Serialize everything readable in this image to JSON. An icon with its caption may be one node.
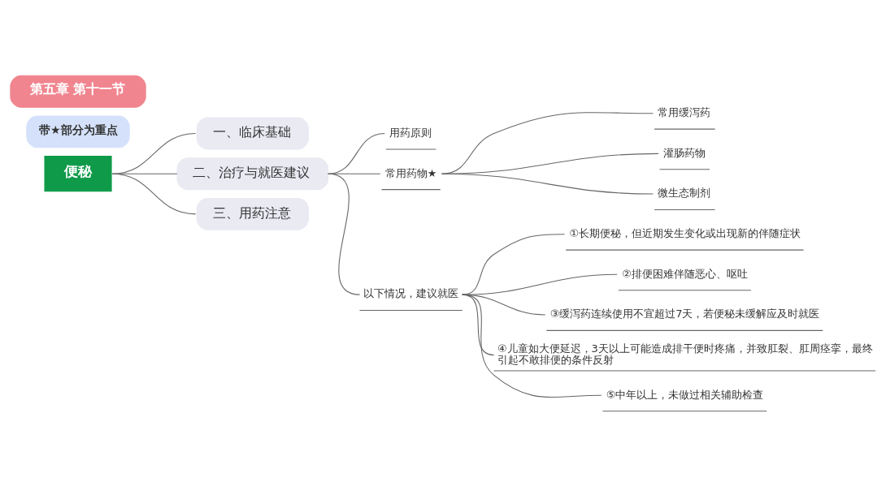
{
  "diagram": {
    "nodes": [
      {
        "text": [
          "第五章 第十一节"
        ]
      },
      {
        "text": [
          "带★部分为重点"
        ]
      },
      {
        "text": [
          "便秘"
        ]
      },
      {
        "text": [
          "一、临床基础"
        ]
      },
      {
        "text": [
          "二、治疗与就医建议"
        ]
      },
      {
        "text": [
          "用药原则"
        ]
      },
      {
        "text": [
          "常用药物★"
        ]
      },
      {
        "text": [
          "常用缓泻药"
        ]
      },
      {
        "text": [
          "灌肠药物"
        ]
      },
      {
        "text": [
          "微生态制剂"
        ]
      },
      {
        "text": [
          "以下情况，建议就医"
        ]
      },
      {
        "text": [
          "①长期便秘，但近期发生变化或出现新的伴随症状"
        ]
      },
      {
        "text": [
          "②排便困难伴随恶心、呕吐"
        ]
      },
      {
        "text": [
          "③缓泻药连续使用不宜超过7天，若便秘未缓解应及时就医"
        ]
      },
      {
        "text": [
          "④儿童如大便延迟，3天以上可能造成排干便时疼痛，并致肛裂、肛周痉挛，最终引起不敢排便的条件反射"
        ]
      },
      {
        "text": [
          "⑤中年以上，未做过相关辅助检查"
        ]
      },
      {
        "text": [
          "三、用药注意"
        ]
      }
    ],
    "edges": [
      {
        "from": 2,
        "to": 3,
        "arrow": "none"
      },
      {
        "from": 2,
        "to": 4,
        "arrow": "none"
      },
      {
        "from": 2,
        "to": 16,
        "arrow": "none"
      },
      {
        "from": 4,
        "to": 5,
        "arrow": "none"
      },
      {
        "from": 4,
        "to": 6,
        "arrow": "none"
      },
      {
        "from": 4,
        "to": 10,
        "arrow": "none"
      },
      {
        "from": 6,
        "to": 7,
        "arrow": "none"
      },
      {
        "from": 6,
        "to": 8,
        "arrow": "none"
      },
      {
        "from": 6,
        "to": 9,
        "arrow": "none"
      },
      {
        "from": 10,
        "to": 11,
        "arrow": "none"
      },
      {
        "from": 10,
        "to": 12,
        "arrow": "none"
      },
      {
        "from": 10,
        "to": 13,
        "arrow": "none"
      },
      {
        "from": 10,
        "to": 14,
        "arrow": "none"
      },
      {
        "from": 10,
        "to": 15,
        "arrow": "none"
      }
    ]
  }
}
